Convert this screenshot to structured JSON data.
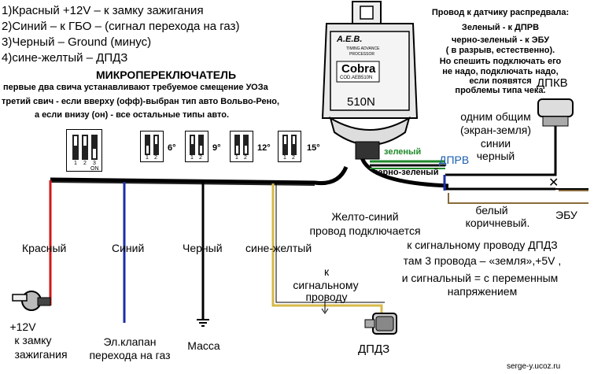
{
  "legend": {
    "line1": "1)Красный +12V – к замку зажигания",
    "line2": "2)Синий – к ГБО – (сигнал перехода на газ)",
    "line3": "3)Черный – Ground (минус)",
    "line4": "4)сине-желтый –  ДПДЗ"
  },
  "micro": {
    "title": "МИКРОПЕРЕКЛЮЧАТЕЛЬ",
    "line1": "первые два свича устанавливают требуемое смещение УОЗа",
    "line2": "третий свич - если вверху (офф)-выбран тип авто Вольво-Рено,",
    "line3": "а если внизу (он) - все остальные типы авто."
  },
  "dip_labels": {
    "on": "ON",
    "n1": "1",
    "n2": "2",
    "n3": "3",
    "deg6": "6°",
    "deg9": "9°",
    "deg12": "12°",
    "deg15": "15°"
  },
  "device": {
    "brand": "A.E.B.",
    "subtitle1": "TIMING ADVANCE",
    "subtitle2": "PROCESSOR",
    "model": "Cobra",
    "code": "COD.AEB510N",
    "number": "510N"
  },
  "sensor_note": {
    "line1": "Провод к датчику распредвала:",
    "line2": "Зеленый - к ДПРВ",
    "line3": "черно-зеленый - к ЭБУ",
    "line4": "( в разрыв, естественно).",
    "line5": "Но спешить подключать его",
    "line6": "не надо, подключать надо,",
    "line7": "если появятся",
    "line8": "проблемы типа чека."
  },
  "right_labels": {
    "dpkv": "ДПКВ",
    "shield1": "одним общим",
    "shield2": "(экран-земля)",
    "shield3": "синии",
    "shield4": "черный",
    "green": "зеленый",
    "black_green": "черно-зеленый",
    "dprv": "ДПРВ",
    "x_mark": "✕",
    "white1": "белый",
    "white2": "коричневый.",
    "ecu": "ЭБУ"
  },
  "wires": {
    "red": "Красный",
    "blue": "Синий",
    "black": "Черный",
    "blue_yellow": "сине-желтый"
  },
  "yellow_note": {
    "line1": "Желто-синий",
    "line2": "провод подключается"
  },
  "signal_note": {
    "line1": "к",
    "line2": "сигнальному",
    "line3": "проводу"
  },
  "tps_note": {
    "line1": "к сигнальному проводу ДПДЗ",
    "line2": "там 3 провода – «земля»,+5V ,",
    "line3": "и сигнальный = с переменным",
    "line4": "напряжением"
  },
  "bottom": {
    "ign1": "+12V",
    "ign2": "к замку",
    "ign3": "зажигания",
    "valve1": "Эл.клапан",
    "valve2": "перехода на газ",
    "mass": "Масса",
    "tps": "ДПДЗ",
    "site": "serge-y.ucoz.ru"
  },
  "colors": {
    "red_wire": "#d01818",
    "blue_wire": "#1d2ea8",
    "black_wire": "#000000",
    "yellow_wire": "#d6b94a",
    "green_wire": "#1f8a2a",
    "brown_wire": "#8a6a3a",
    "dprv_text": "#1b5fb0"
  }
}
